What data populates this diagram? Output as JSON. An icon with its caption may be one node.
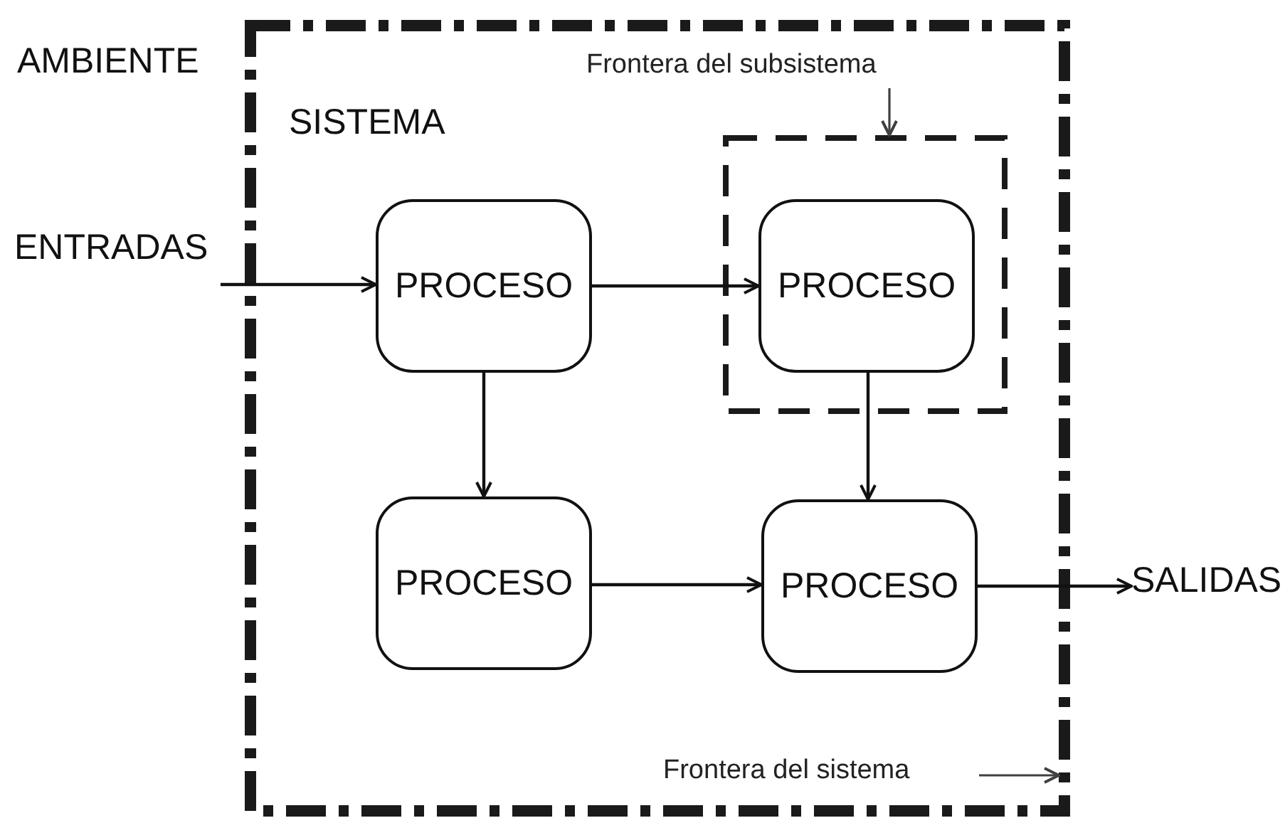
{
  "diagram": {
    "nodes": [
      {
        "text": [
          "SISTEMA"
        ]
      },
      {
        "text": [],
        "shape": "box",
        "in": 0
      },
      {
        "text": [
          "PROCESO"
        ],
        "in": 0
      },
      {
        "text": [
          "PROCESO"
        ],
        "in": 1
      },
      {
        "text": [
          "PROCESO"
        ],
        "in": 0
      },
      {
        "text": [
          "PROCESO"
        ],
        "in": 0
      },
      {
        "text": [
          "ENTRADAS"
        ]
      },
      {
        "text": [
          "SALIDAS"
        ]
      },
      {
        "text": [
          "Frontera del subsistema"
        ],
        "in": 0
      },
      {
        "text": [
          "Frontera del sistema"
        ],
        "in": 0
      }
    ],
    "edges": [
      {
        "from": 6,
        "to": 2,
        "arrow": "to"
      },
      {
        "from": 2,
        "to": 3,
        "arrow": "to"
      },
      {
        "from": 2,
        "to": 4,
        "arrow": "to"
      },
      {
        "from": 3,
        "to": 5,
        "arrow": "to"
      },
      {
        "from": 4,
        "to": 5,
        "arrow": "to"
      },
      {
        "from": 5,
        "to": 7,
        "arrow": "to"
      },
      {
        "from": 8,
        "to": 1,
        "arrow": "to",
        "color": "#404040"
      },
      {
        "from": 9,
        "to": 0,
        "arrow": "to",
        "color": "#404040"
      }
    ],
    "labels": [
      "AMBIENTE"
    ]
  }
}
